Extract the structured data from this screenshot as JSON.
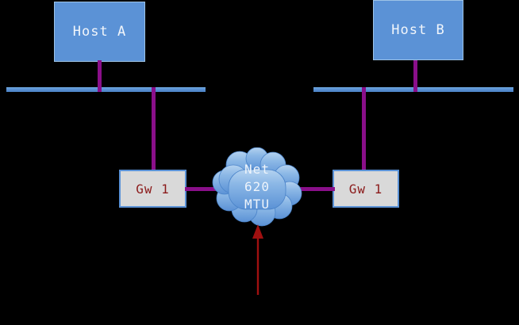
{
  "diagram": {
    "title": "network-mtu-topology",
    "background_color": "#000000",
    "nodes": {
      "host_a": {
        "label": "Host A",
        "fill": "#5b92d6",
        "text_color": "#f2f6fb"
      },
      "host_b": {
        "label": "Host B",
        "fill": "#5b92d6",
        "text_color": "#f2f6fb"
      },
      "gw_left": {
        "label": "Gw 1",
        "fill": "#d9d9d9",
        "border": "#5b92d6",
        "text_color": "#8b1a1a"
      },
      "gw_right": {
        "label": "Gw 1",
        "fill": "#d9d9d9",
        "border": "#5b92d6",
        "text_color": "#8b1a1a"
      },
      "cloud": {
        "line1": "Net",
        "line2": "620",
        "line3": "MTU",
        "fill_top": "#a9cbee",
        "fill_bottom": "#5b92d6",
        "text_color": "#eef4fb"
      }
    },
    "links": {
      "color": "#8a0f8a",
      "bus_left_label": "",
      "bus_right_label": "",
      "bus_color": "#5b92d6"
    },
    "annotation_arrow": {
      "color": "#a01010",
      "direction": "up",
      "label": ""
    }
  }
}
